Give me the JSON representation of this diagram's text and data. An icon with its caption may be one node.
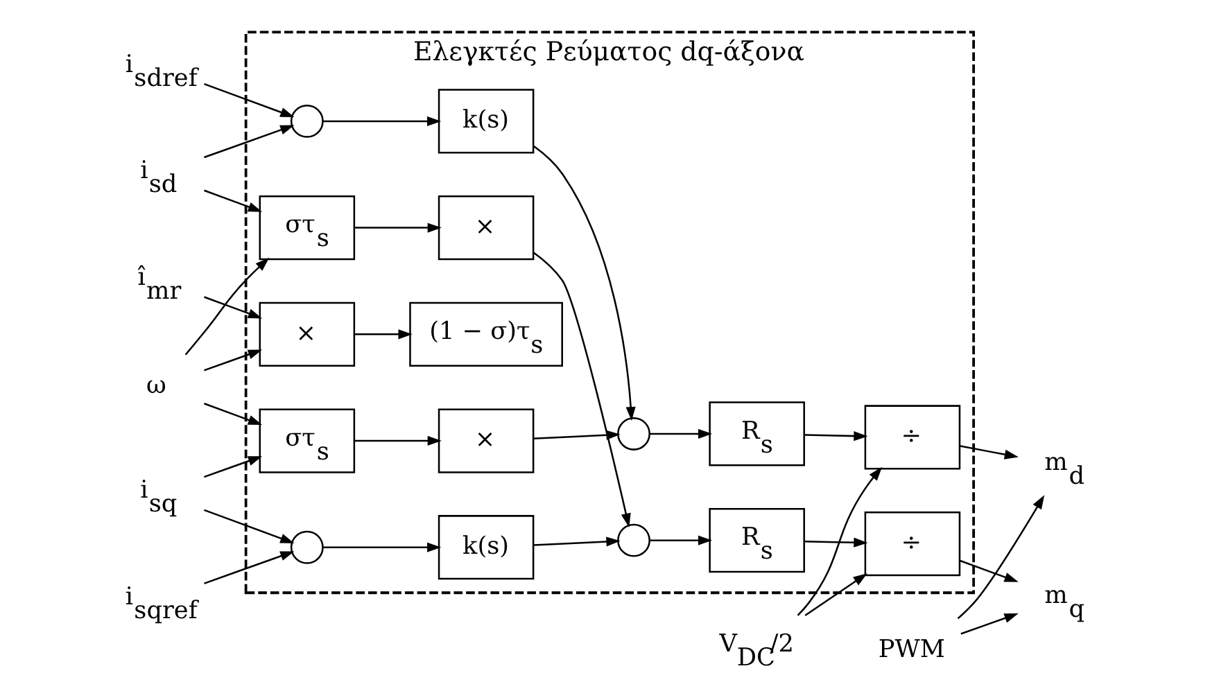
{
  "diagram": {
    "nodes": [
      {
        "text": [
          "Ελεγκτές Ρεύματος dq-άξονα"
        ]
      },
      {
        "text": [
          "i$_{sd}$"
        ]
      },
      {
        "text": [
          "i$_{sdref}$"
        ]
      },
      {
        "text": [],
        "shape": "circle",
        "in": 0
      },
      {
        "text": [
          "k(s)"
        ],
        "in": 0
      },
      {
        "text": [
          "στ$_{s}$"
        ],
        "in": 0
      },
      {
        "text": [
          "×"
        ],
        "in": 0
      },
      {
        "text": [],
        "shape": "circle",
        "in": 0
      },
      {
        "text": [
          "R$_{s}$"
        ],
        "in": 0
      },
      {
        "text": [
          "÷"
        ],
        "in": 0
      },
      {
        "text": [
          "m$_{d}$"
        ]
      },
      {
        "text": [
          "i$_{sqref}$"
        ]
      },
      {
        "text": [
          "στ$_{s}$"
        ],
        "in": 0
      },
      {
        "text": [
          "×"
        ],
        "in": 0
      },
      {
        "text": [],
        "shape": "circle",
        "in": 0
      },
      {
        "text": [
          "k(s)"
        ],
        "in": 0
      },
      {
        "text": [],
        "shape": "circle",
        "in": 0
      },
      {
        "text": [
          "R$_{s}$"
        ],
        "in": 0
      },
      {
        "text": [
          "÷"
        ],
        "in": 0
      },
      {
        "text": [
          "m$_{q}$"
        ]
      },
      {
        "text": [
          "×"
        ],
        "in": 0
      },
      {
        "text": [
          "(1 − σ)τ$_{s}$"
        ],
        "in": 0
      },
      {
        "text": [
          "ω"
        ]
      },
      {
        "text": [
          "i$_{sq}$"
        ]
      },
      {
        "text": [
          "î$_{mr}$"
        ]
      },
      {
        "text": [
          "V$_{DC}$/2"
        ]
      },
      {
        "text": [
          "PWM"
        ]
      }
    ],
    "edges": [
      {
        "from": 1,
        "to": 3,
        "arrow": "to"
      },
      {
        "from": 1,
        "to": 5,
        "arrow": "to"
      },
      {
        "from": 2,
        "to": 3,
        "arrow": "to"
      },
      {
        "from": 3,
        "to": 4,
        "arrow": "to"
      },
      {
        "from": 4,
        "to": 7,
        "arrow": "to"
      },
      {
        "from": 7,
        "to": 8,
        "arrow": "to"
      },
      {
        "from": 8,
        "to": 9,
        "arrow": "to"
      },
      {
        "from": 9,
        "to": 10,
        "arrow": "to"
      },
      {
        "from": 5,
        "to": 6,
        "arrow": "to"
      },
      {
        "from": 6,
        "to": 16,
        "arrow": "to"
      },
      {
        "from": 22,
        "to": 5,
        "arrow": "to"
      },
      {
        "from": 22,
        "to": 12,
        "arrow": "to"
      },
      {
        "from": 22,
        "to": 20,
        "arrow": "to"
      },
      {
        "from": 12,
        "to": 13,
        "arrow": "to"
      },
      {
        "from": 13,
        "to": 7,
        "arrow": "to"
      },
      {
        "from": 23,
        "to": 14,
        "arrow": "to"
      },
      {
        "from": 23,
        "to": 12,
        "arrow": "to"
      },
      {
        "from": 11,
        "to": 14,
        "arrow": "to"
      },
      {
        "from": 14,
        "to": 15,
        "arrow": "to"
      },
      {
        "from": 15,
        "to": 16,
        "arrow": "to"
      },
      {
        "from": 16,
        "to": 17,
        "arrow": "to"
      },
      {
        "from": 17,
        "to": 18,
        "arrow": "to"
      },
      {
        "from": 18,
        "to": 19,
        "arrow": "to"
      },
      {
        "from": 25,
        "to": 9,
        "arrow": "to"
      },
      {
        "from": 25,
        "to": 18,
        "arrow": "to"
      },
      {
        "from": 24,
        "to": 20,
        "arrow": "to"
      },
      {
        "from": 20,
        "to": 21,
        "arrow": "to"
      },
      {
        "from": 26,
        "to": 10,
        "arrow": "to"
      },
      {
        "from": 26,
        "to": 19,
        "arrow": "to"
      }
    ]
  }
}
